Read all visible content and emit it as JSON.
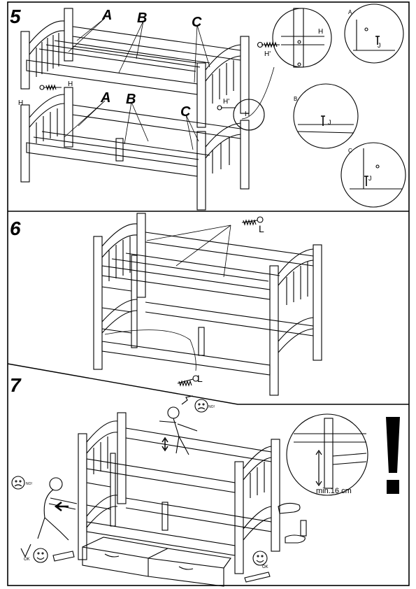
{
  "steps": [
    {
      "number": "5",
      "labels": {
        "A": "A",
        "B": "B",
        "C": "C",
        "H": "H",
        "H_prime": "H'",
        "J": "J"
      },
      "detail_labels": [
        "A",
        "B",
        "C"
      ]
    },
    {
      "number": "6",
      "labels": {
        "L": "L"
      }
    },
    {
      "number": "7",
      "warning": "!",
      "measure": "min.16 cm",
      "no_label": "NO!",
      "ok_label": "OK"
    }
  ]
}
